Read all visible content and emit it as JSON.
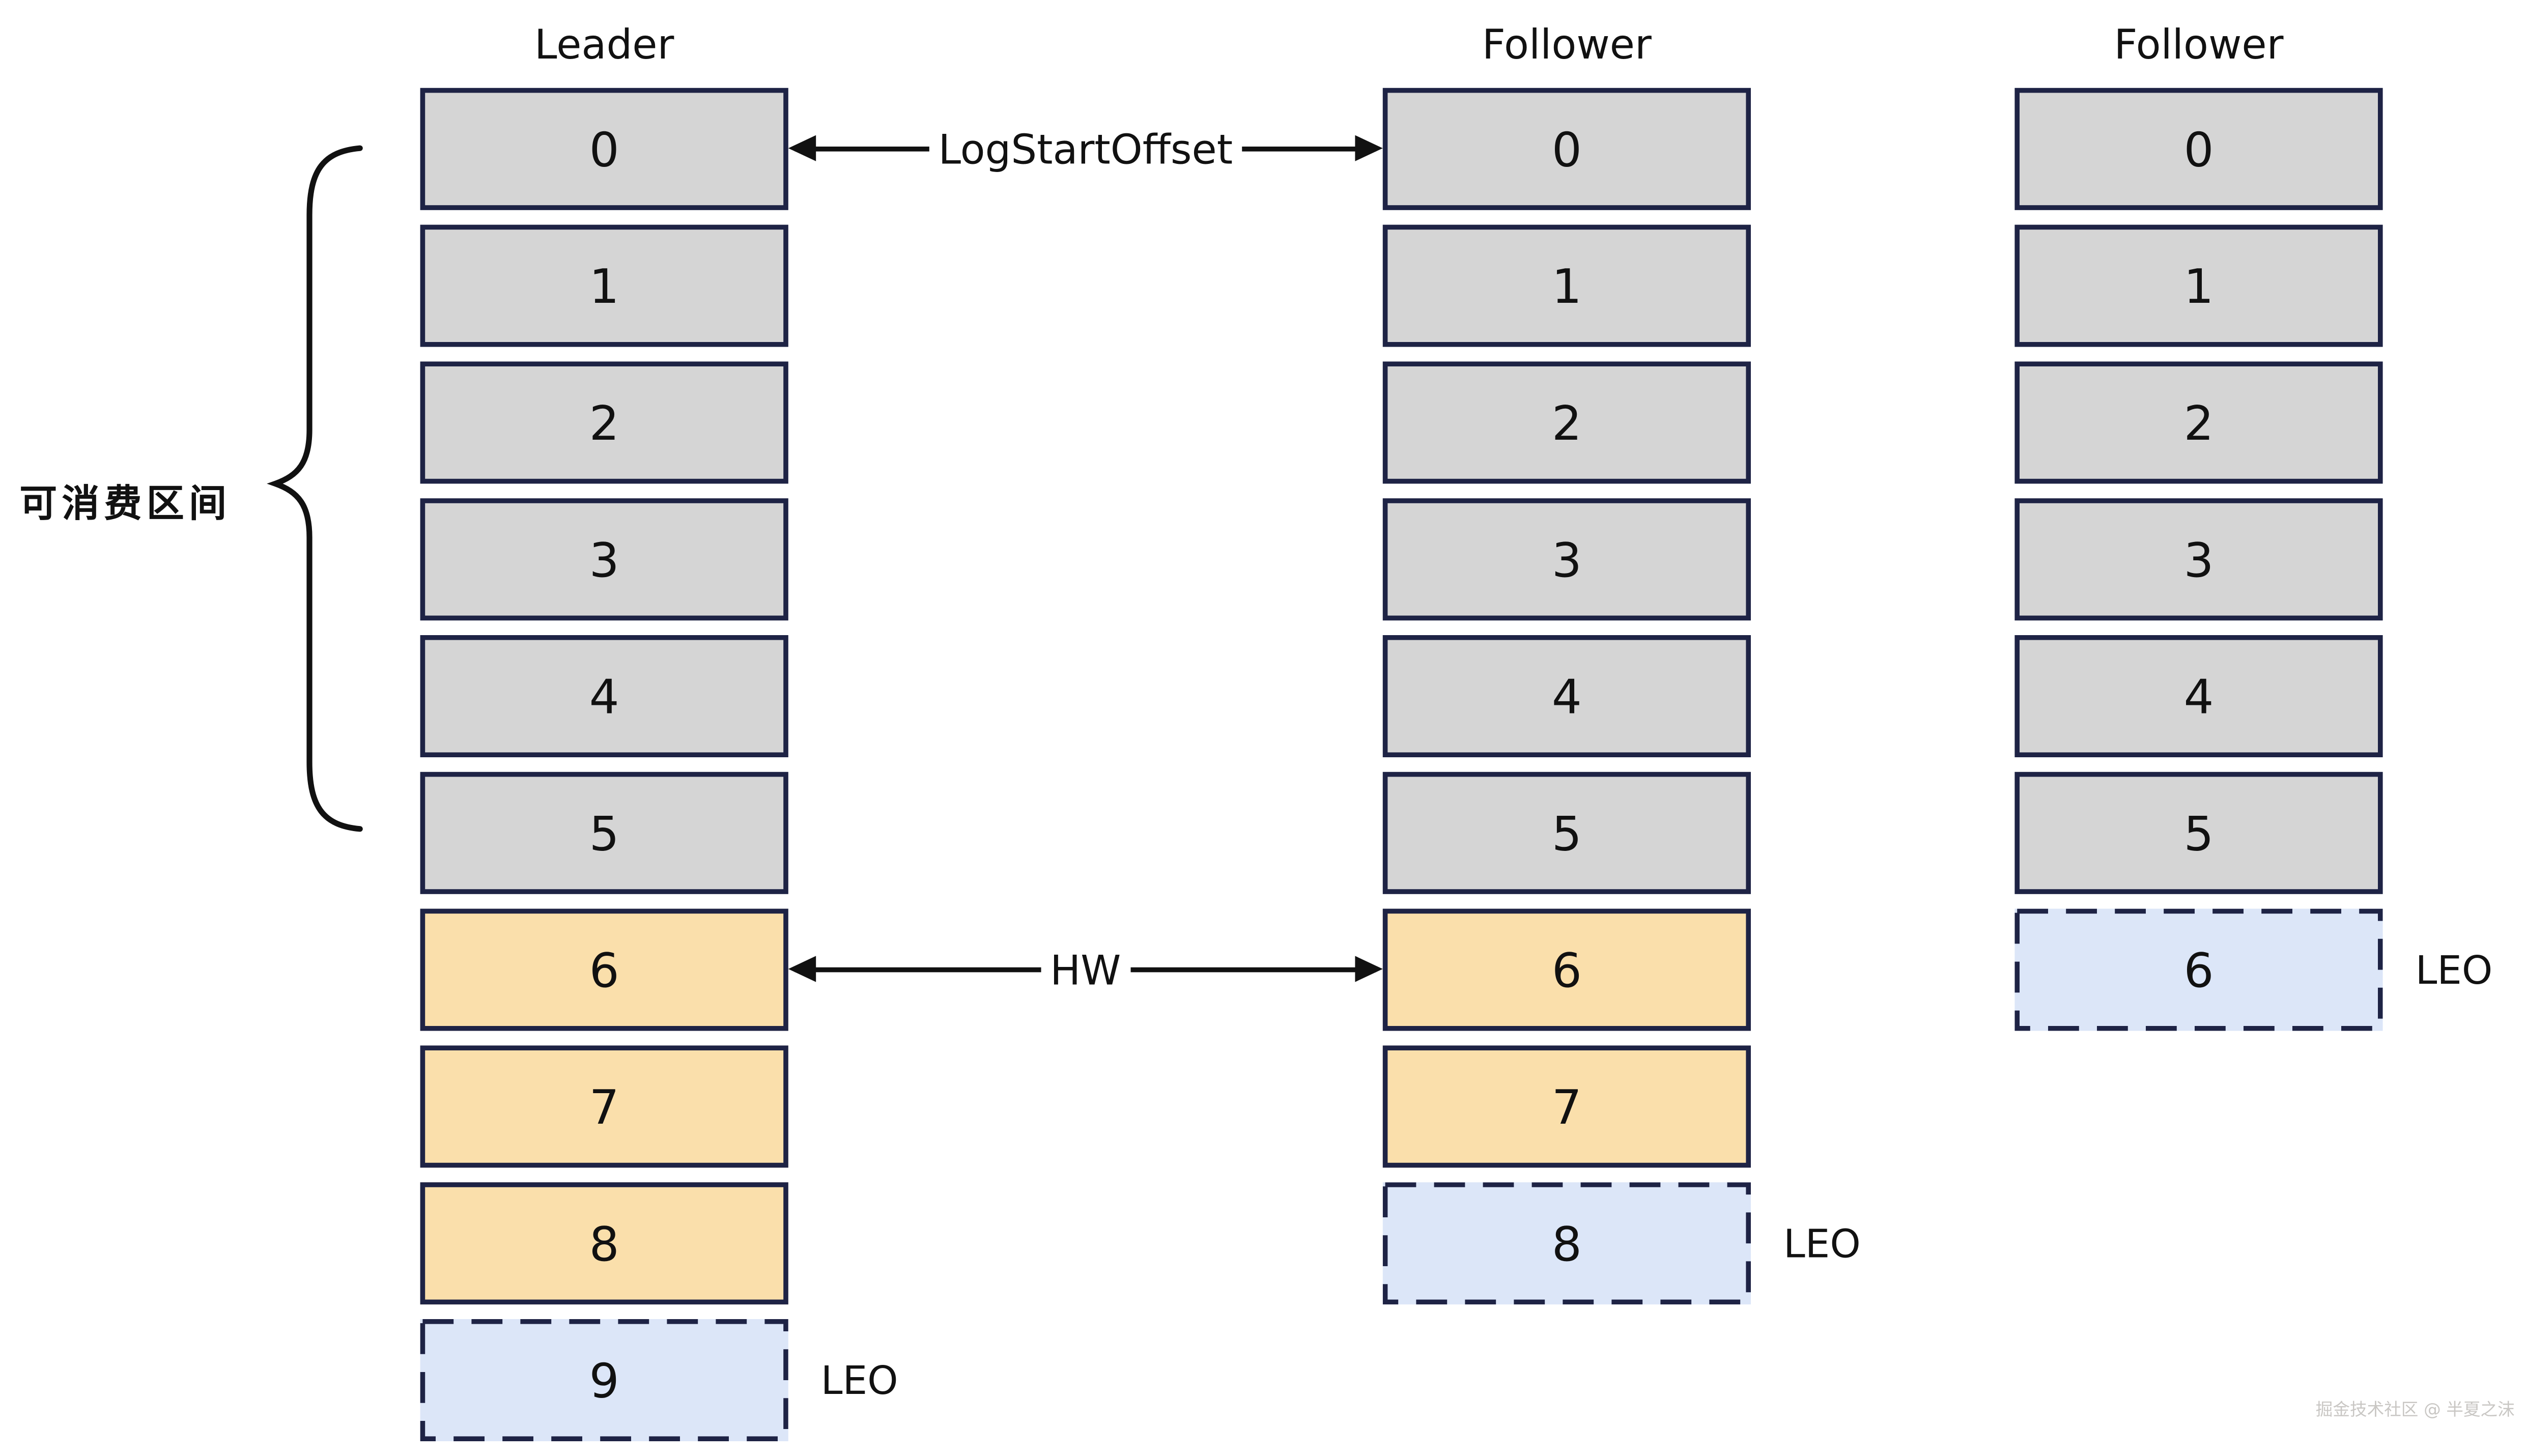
{
  "diagram": {
    "annotations": {
      "consumable_range_label": "可消费区间",
      "log_start_offset_label": "LogStartOffset",
      "hw_label": "HW",
      "leo_label": "LEO"
    },
    "watermark": {
      "text": "掘金技术社区 @ 半夏之沫"
    },
    "colors": {
      "ink": "#111111",
      "cell_border": "#1e2345",
      "replicated_fill": "#d5d5d5",
      "unreplicated_fill": "#fadfab",
      "leo_fill": "#dce6f8",
      "watermark_color": "#c9c7c4"
    },
    "columns": [
      {
        "title": "Leader",
        "cells": [
          {
            "label": "0",
            "state": "replicated"
          },
          {
            "label": "1",
            "state": "replicated"
          },
          {
            "label": "2",
            "state": "replicated"
          },
          {
            "label": "3",
            "state": "replicated"
          },
          {
            "label": "4",
            "state": "replicated"
          },
          {
            "label": "5",
            "state": "replicated"
          },
          {
            "label": "6",
            "state": "unreplicated"
          },
          {
            "label": "7",
            "state": "unreplicated"
          },
          {
            "label": "8",
            "state": "unreplicated"
          },
          {
            "label": "9",
            "state": "leo"
          }
        ]
      },
      {
        "title": "Follower",
        "cells": [
          {
            "label": "0",
            "state": "replicated"
          },
          {
            "label": "1",
            "state": "replicated"
          },
          {
            "label": "2",
            "state": "replicated"
          },
          {
            "label": "3",
            "state": "replicated"
          },
          {
            "label": "4",
            "state": "replicated"
          },
          {
            "label": "5",
            "state": "replicated"
          },
          {
            "label": "6",
            "state": "unreplicated"
          },
          {
            "label": "7",
            "state": "unreplicated"
          },
          {
            "label": "8",
            "state": "leo"
          }
        ]
      },
      {
        "title": "Follower",
        "cells": [
          {
            "label": "0",
            "state": "replicated"
          },
          {
            "label": "1",
            "state": "replicated"
          },
          {
            "label": "2",
            "state": "replicated"
          },
          {
            "label": "3",
            "state": "replicated"
          },
          {
            "label": "4",
            "state": "replicated"
          },
          {
            "label": "5",
            "state": "replicated"
          },
          {
            "label": "6",
            "state": "leo"
          }
        ]
      }
    ]
  }
}
